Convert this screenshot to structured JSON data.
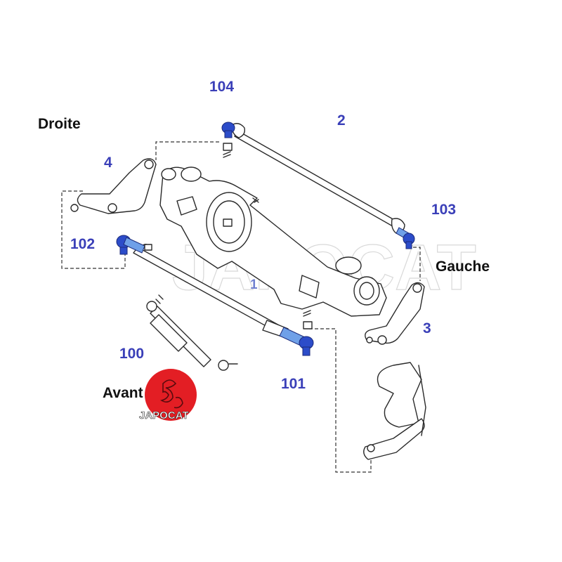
{
  "labels": {
    "right_side": "Droite",
    "left_side": "Gauche",
    "front": "Avant"
  },
  "parts": {
    "p1": "1",
    "p2": "2",
    "p3": "3",
    "p4": "4",
    "p100": "100",
    "p101": "101",
    "p102": "102",
    "p103": "103",
    "p104": "104"
  },
  "watermark": "JAPOCAT",
  "logo": {
    "text": "JAPOCAT",
    "color": "#e31e24"
  },
  "colors": {
    "part_number": "#3a3fb8",
    "highlight": "#2c4cc9"
  }
}
